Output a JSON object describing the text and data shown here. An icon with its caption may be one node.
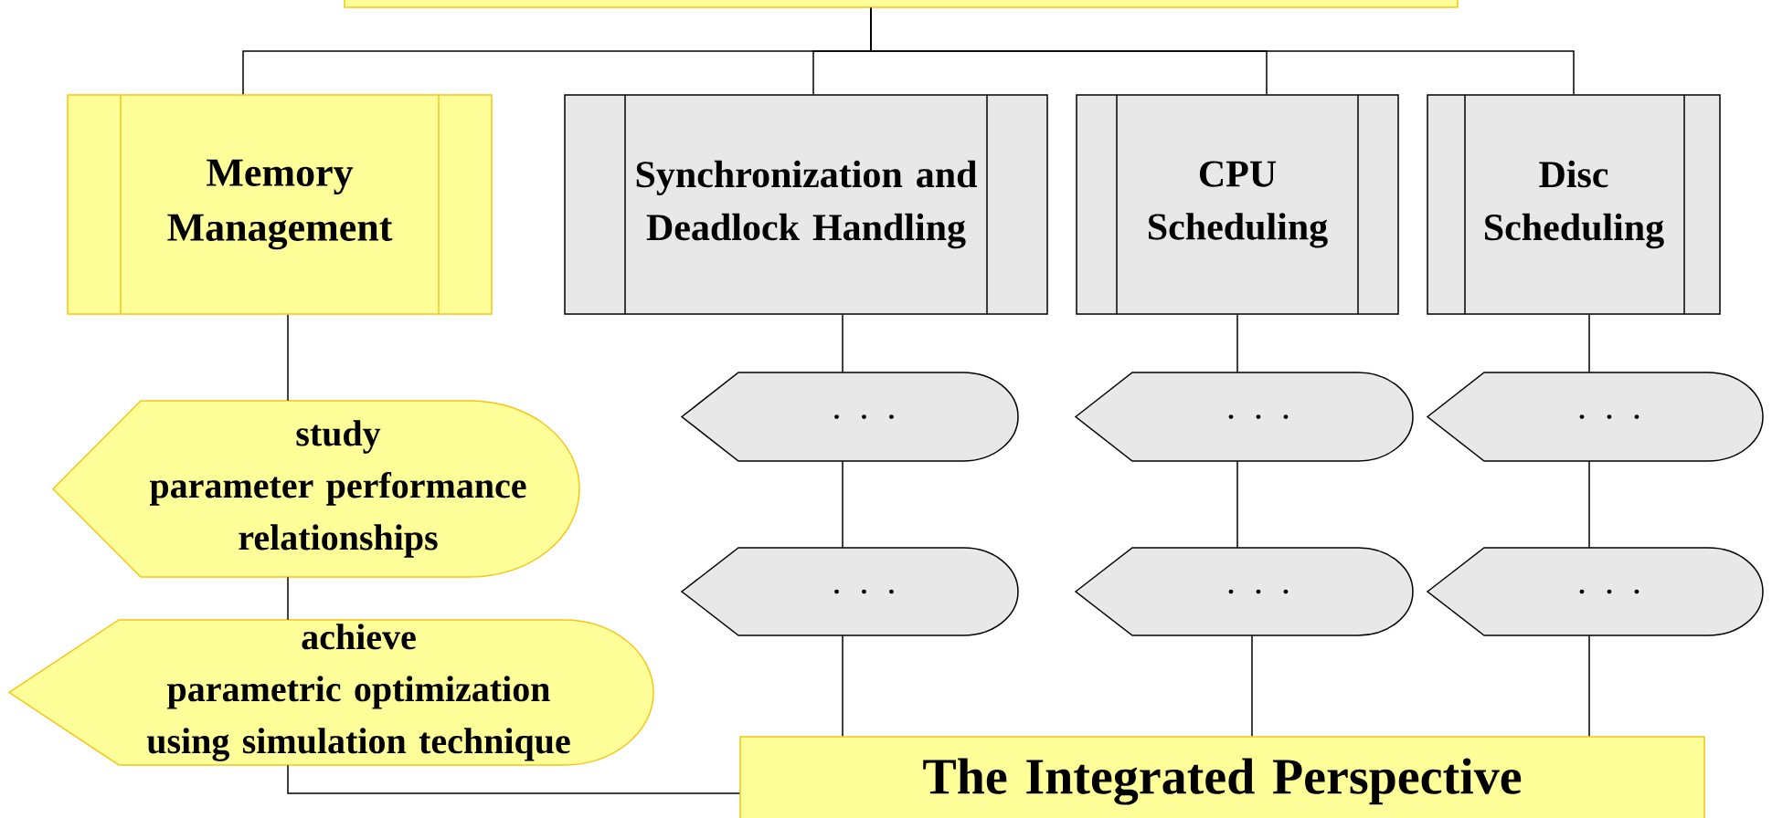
{
  "diagram": {
    "nodes": [
      {
        "text": [],
        "shape": "box"
      },
      {
        "text": [
          "Memory Management"
        ]
      },
      {
        "text": [
          "Synchronization and Deadlock Handling"
        ]
      },
      {
        "text": [
          "CPU Scheduling"
        ]
      },
      {
        "text": [
          "Disc Scheduling"
        ]
      },
      {
        "text": [
          "study",
          "parameter performance relationships"
        ]
      },
      {
        "text": [
          "achieve",
          "parametric optimization using simulation technique"
        ]
      },
      {
        "text": [
          ". . ."
        ]
      },
      {
        "text": [
          ". . ."
        ]
      },
      {
        "text": [
          ". . ."
        ]
      },
      {
        "text": [
          ". . ."
        ]
      },
      {
        "text": [
          ". . ."
        ]
      },
      {
        "text": [
          ". . ."
        ]
      },
      {
        "text": [
          "The Integrated Perspective"
        ]
      }
    ],
    "edges": [
      {
        "from": 0,
        "to": 1,
        "arrow": "none"
      },
      {
        "from": 0,
        "to": 2,
        "arrow": "none"
      },
      {
        "from": 0,
        "to": 3,
        "arrow": "none"
      },
      {
        "from": 0,
        "to": 4,
        "arrow": "none"
      },
      {
        "from": 1,
        "to": 5,
        "arrow": "none"
      },
      {
        "from": 5,
        "to": 6,
        "arrow": "none"
      },
      {
        "from": 6,
        "to": 13,
        "arrow": "none"
      },
      {
        "from": 2,
        "to": 7,
        "arrow": "none"
      },
      {
        "from": 7,
        "to": 8,
        "arrow": "none"
      },
      {
        "from": 8,
        "to": 13,
        "arrow": "none"
      },
      {
        "from": 3,
        "to": 9,
        "arrow": "none"
      },
      {
        "from": 9,
        "to": 10,
        "arrow": "none"
      },
      {
        "from": 10,
        "to": 13,
        "arrow": "none"
      },
      {
        "from": 4,
        "to": 11,
        "arrow": "none"
      },
      {
        "from": 11,
        "to": 12,
        "arrow": "none"
      },
      {
        "from": 12,
        "to": 13,
        "arrow": "none"
      }
    ]
  }
}
